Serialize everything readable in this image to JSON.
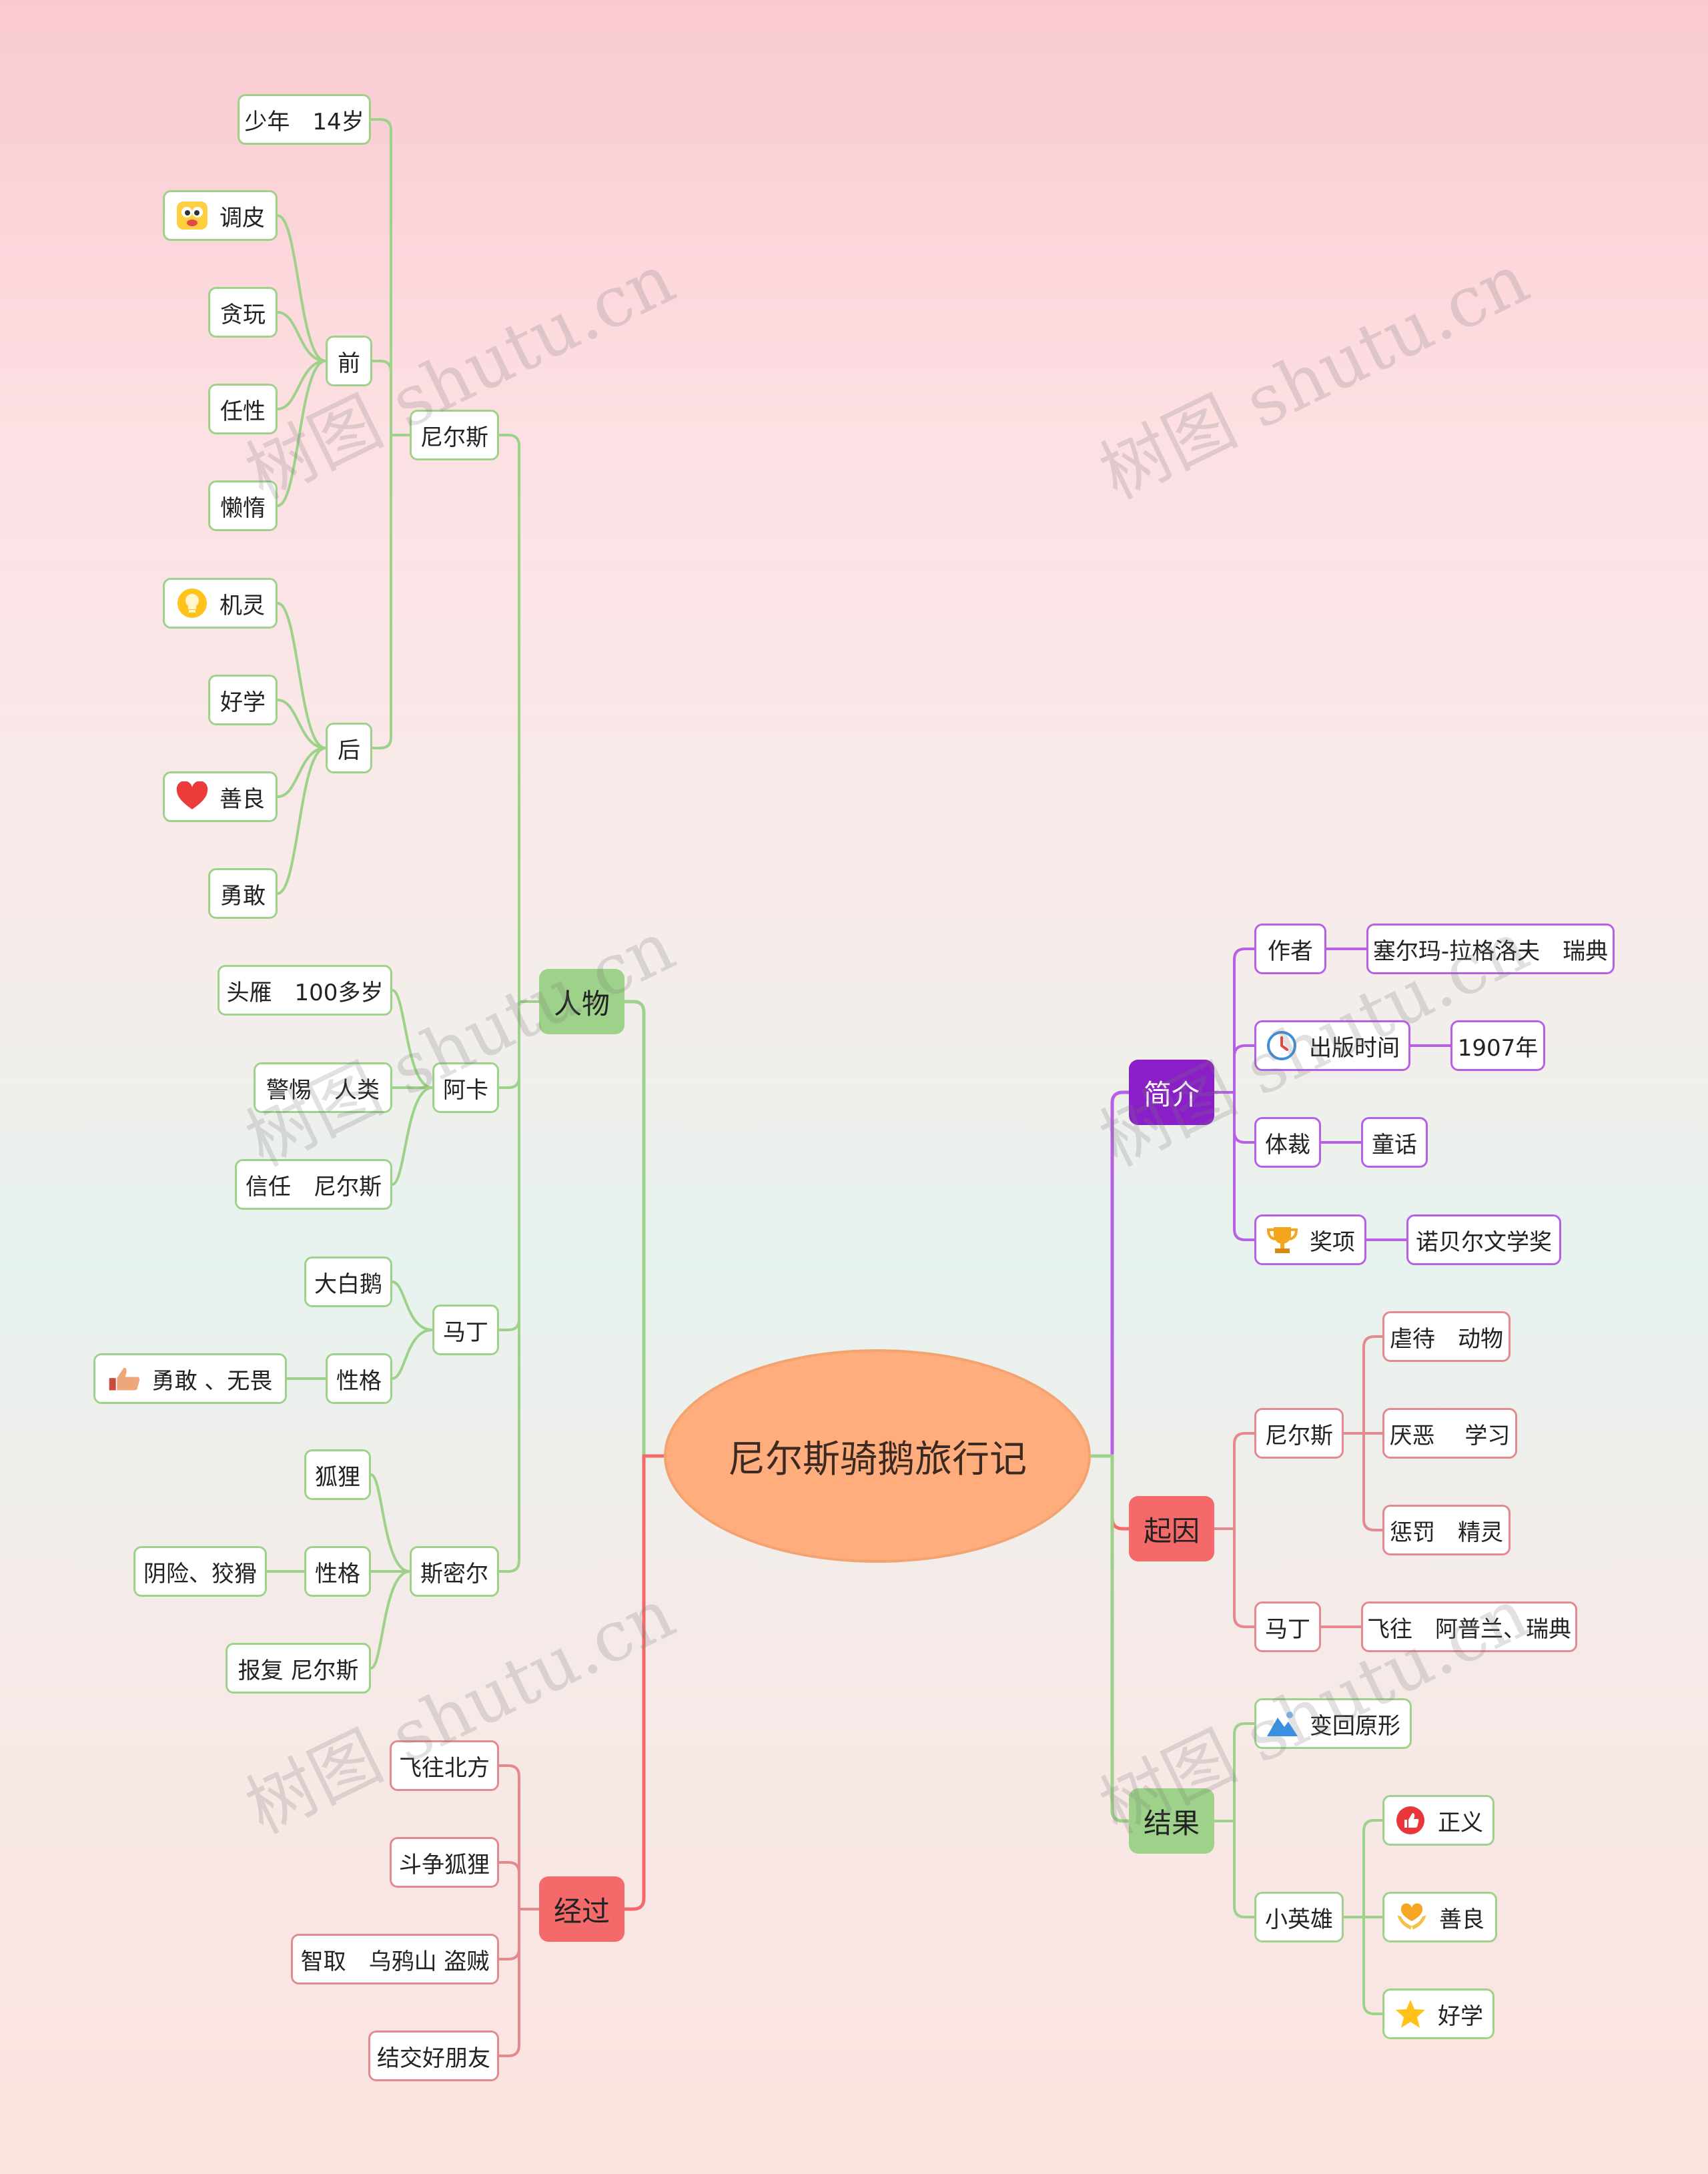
{
  "colors": {
    "green": "#9ed28a",
    "pink": "#e48a8e",
    "purple": "#b760e6",
    "intro_fill": "#8a1fc7",
    "cause_fill": "#f46a6a",
    "result_fill": "#9ed28a",
    "people_fill": "#9ed28a",
    "process_fill": "#f46a6a",
    "root_fill": "#ffad7d"
  },
  "watermark": "树图 shutu.cn",
  "nodes": {
    "root": "尼尔斯骑鹅旅行记",
    "people": "人物",
    "process": "经过",
    "intro": "简介",
    "cause": "起因",
    "result": "结果",
    "nils": "尼尔斯",
    "nils_age": "少年　14岁",
    "before": "前",
    "naughty": "调皮",
    "playful": "贪玩",
    "willful": "任性",
    "lazy": "懒惰",
    "after": "后",
    "clever": "机灵",
    "studious": "好学",
    "kind": "善良",
    "brave": "勇敢",
    "aka": "阿卡",
    "aka_leader": "头雁　100多岁",
    "aka_alert": "警惕　人类",
    "aka_trust": "信任　尼尔斯",
    "martin": "马丁",
    "martin_goose": "大白鹅",
    "martin_trait": "性格",
    "martin_brave": "勇敢 、无畏",
    "smirre": "斯密尔",
    "smirre_fox": "狐狸",
    "smirre_trait": "性格",
    "smirre_sly": "阴险、狡猾",
    "smirre_revenge": "报复  尼尔斯",
    "p1": "飞往北方",
    "p2": "斗争狐狸",
    "p3": "智取　乌鸦山  盗贼",
    "p4": "结交好朋友",
    "author": "作者",
    "author_v": "塞尔玛-拉格洛夫　瑞典",
    "pub": "出版时间",
    "pub_v": "1907年",
    "genre": "体裁",
    "genre_v": "童话",
    "award": "奖项",
    "award_v": "诺贝尔文学奖",
    "c_nils": "尼尔斯",
    "c1": "虐待　动物",
    "c2": "厌恶　 学习",
    "c3": "惩罚　精灵",
    "c_martin": "马丁",
    "c_martin_v": "飞往　阿普兰、瑞典",
    "r1": "变回原形",
    "r_hero": "小英雄",
    "r_justice": "正义",
    "r_kind": "善良",
    "r_study": "好学"
  },
  "icons": {
    "naughty": "funny-face-icon",
    "clever": "lightbulb-icon",
    "kind": "heart-icon",
    "martin_brave": "thumbs-up-icon",
    "pub": "clock-icon",
    "award": "trophy-icon",
    "r1": "mountain-icon",
    "r_justice": "thumb-badge-icon",
    "r_kind": "heart-hands-icon",
    "r_study": "star-icon"
  }
}
